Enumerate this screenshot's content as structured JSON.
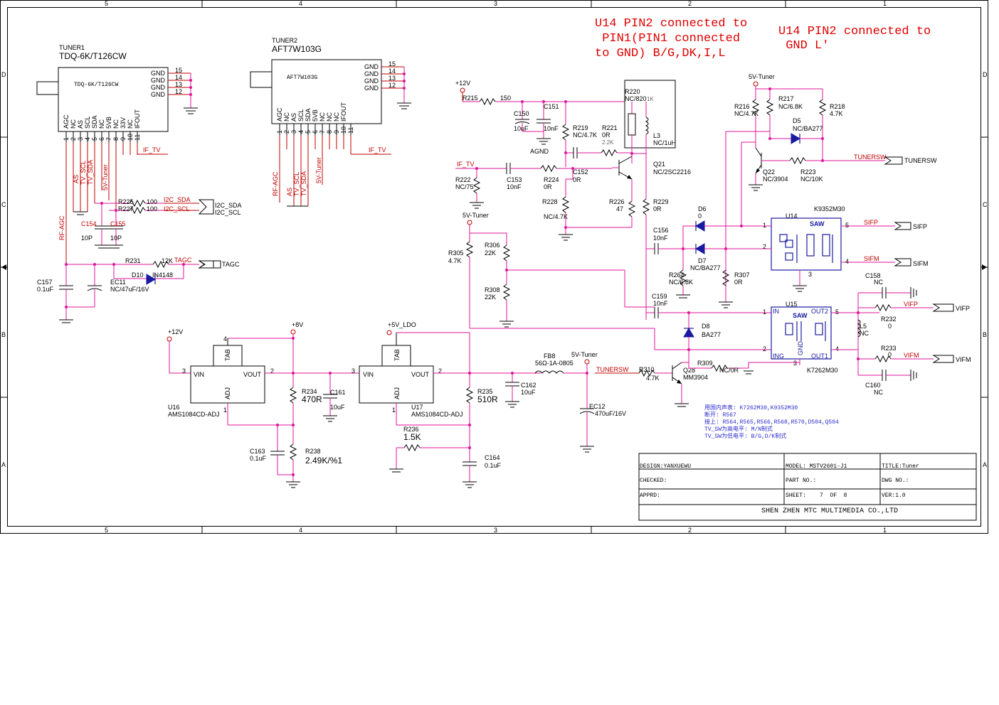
{
  "border": {
    "columns": [
      "5",
      "4",
      "3",
      "2",
      "1"
    ],
    "rows": [
      "D",
      "C",
      "B",
      "A"
    ]
  },
  "notes": {
    "n1": [
      "U14 PIN2 connected to",
      " PIN1(PIN1 connected",
      "to GND) B/G,DK,I,L"
    ],
    "n2": [
      "U14 PIN2 connected to",
      " GND L'"
    ]
  },
  "tuner1": {
    "ref": "TUNER1",
    "part": "TDQ-6K/T126CW",
    "body": "TDQ-6K/T126CW",
    "gnd": [
      "GND",
      "GND",
      "GND",
      "GND"
    ],
    "gnd_pins": [
      "15",
      "14",
      "13",
      "12"
    ],
    "pins": [
      "AGC",
      "NC",
      "AS",
      "SCL",
      "SDA",
      "NC",
      "5VB",
      "NC",
      "33V",
      "NC",
      "IFOUT"
    ],
    "pin_nums": [
      "1",
      "2",
      "3",
      "4",
      "5",
      "6",
      "7",
      "8",
      "9",
      "10",
      "11"
    ]
  },
  "tuner2": {
    "ref": "TUNER2",
    "part": "AFT7W103G",
    "body": "AFT7W103G",
    "gnd": [
      "GND",
      "GND",
      "GND",
      "GND"
    ],
    "gnd_pins": [
      "15",
      "14",
      "13",
      "12"
    ],
    "pins": [
      "AGC",
      "NC",
      "AS",
      "SCL",
      "SDA",
      "5VB",
      "NC",
      "NC",
      "NC",
      "IFOUT"
    ],
    "pin_nums": [
      "1",
      "2",
      "3",
      "4",
      "5",
      "6",
      "7",
      "8",
      "9",
      "10",
      "11"
    ]
  },
  "nets": {
    "if_tv": "IF_TV",
    "as": "AS",
    "tv_scl": "TV_SCL",
    "tv_sda": "TV_SDA",
    "v5_tuner": "5V-Tuner",
    "rf_agc": "RF-AGC",
    "i2c_sda": "I2C_SDA",
    "i2c_scl": "I2C_SCL",
    "tagc": "TAGC",
    "tunersw": "TUNERSW",
    "sifp": "SIFP",
    "sifm": "SIFM",
    "vifp": "VIFP",
    "vifm": "VIFM",
    "p12v": "+12V",
    "p8v": "+8V",
    "p5v_ldo": "+5V_LDO",
    "agnd": "AGND"
  },
  "labels": {
    "i2c_sda": "I2C_SDA",
    "i2c_scl": "I2C_SCL",
    "tagc": "TAGC",
    "tunersw": "TUNERSW",
    "sifp": "SIFP",
    "sifm": "SIFM",
    "vifp": "VIFP",
    "vifm": "VIFM"
  },
  "parts": {
    "r225": "R225",
    "r225v": "100",
    "r227": "R227",
    "r227v": "100",
    "c154": "C154",
    "c154v": "10P",
    "c155": "C155",
    "c155v": "10P",
    "r231": "R231",
    "r231v": "12K",
    "d10": "D10",
    "d10v": "IN4148",
    "c157": "C157",
    "c157v": "0.1uF",
    "ec11": "EC11",
    "ec11v": "NC/47uF/16V",
    "r215": "R215",
    "r215v": "150",
    "c150": "C150",
    "c150v": "10uF",
    "c151": "C151",
    "c151v": "10nF",
    "r219": "R219",
    "r219v": "NC/4.7K",
    "r221": "R221",
    "r221v": "0R",
    "r221v2": "2.2K",
    "r220": "R220",
    "r220v": "NC/820",
    "r220v2": "1K",
    "l3": "L3",
    "l3v": "NC/1uH",
    "q21": "Q21",
    "q21v": "NC/2SC2216",
    "r222": "R222",
    "r222v": "NC/75",
    "c153": "C153",
    "c153v": "10nF",
    "r224": "R224",
    "r224v": "0R",
    "c152": "C152",
    "c152v": "0R",
    "r228": "R228",
    "r228v": "NC/4.7K",
    "r226": "R226",
    "r226v": "47",
    "r229": "R229",
    "r229v": "0R",
    "r216": "R216",
    "r216v": "NC/4.7K",
    "r217": "R217",
    "r217v": "NC/6.8K",
    "r218": "R218",
    "r218v": "4.7K",
    "d5": "D5",
    "d5v": "NC/BA277",
    "q22": "Q22",
    "q22v": "NC/3904",
    "r223": "R223",
    "r223v": "NC/10K",
    "d6": "D6",
    "d6v": "0",
    "d7": "D7",
    "d7v": "NC/BA277",
    "c156": "C156",
    "c156v": "10nF",
    "r264": "R264",
    "r264v": "NC/6.8K",
    "r307": "R307",
    "r307v": "0R",
    "u14": "U14",
    "u14v": "K9352M30",
    "saw": "SAW",
    "r305": "R305",
    "r305v": "4.7K",
    "r306": "R306",
    "r306v": "22K",
    "r308": "R308",
    "r308v": "22K",
    "c159": "C159",
    "c159v": "10nF",
    "d8": "D8",
    "d8v": "BA277",
    "u15": "U15",
    "u15v": "K7262M30",
    "u15in": "IN",
    "u15ing": "ING",
    "u15gnd": "GND",
    "u15o1": "OUT1",
    "u15o2": "OUT2",
    "c158": "C158",
    "c158v": "NC",
    "c160": "C160",
    "c160v": "NC",
    "l5": "L5",
    "l5v": "NC",
    "r232": "R232",
    "r232v": "0",
    "r233": "R233",
    "r233v": "0",
    "r309": "R309",
    "r309v": "NC/0R",
    "r310": "R310",
    "r310v": "4.7K",
    "q28": "Q28",
    "q28v": "MM3904",
    "fb8": "FB8",
    "fb8v": "56Ω-1A-0805",
    "c162": "C162",
    "c162v": "10uF",
    "ec12": "EC12",
    "ec12v": "470uF/16V",
    "u16": "U16",
    "u16v": "AMS1084CD-ADJ",
    "u17": "U17",
    "u17v": "AMS1084CD-ADJ",
    "tab": "TAB",
    "vin": "VIN",
    "vout": "VOUT",
    "adj": "ADJ",
    "r234": "R234",
    "r234v": "470R",
    "c161": "C161",
    "c161v": "10uF",
    "r238": "R238",
    "r238v": "2.49K/%1",
    "c163": "C163",
    "c163v": "0.1uF",
    "r235": "R235",
    "r235v": "510R",
    "r236": "R236",
    "r236v": "1.5K",
    "c164": "C164",
    "c164v": "0.1uF"
  },
  "cn_notes": [
    "用国内声表: K7262M30,K9352M30",
    "断开: R567",
    "接上: R564,R565,R566,R568,R570,D504,Q504",
    "TV_SW为高电平: M/N制式",
    "TV_SW为低电平: B/G,D/K制式"
  ],
  "titleblock": {
    "design": "DESIGN:YANXUEWU",
    "model": "MODEL: MSTV2601-J1",
    "title": "TITLE:Tuner",
    "checked": "CHECKED:",
    "partno": "PART NO.:",
    "dwgno": "DWG NO.:",
    "apprd": "APPRD:",
    "sheet": "SHEET:    7  OF  8",
    "ver": "VER:1.0",
    "company": "SHEN ZHEN MTC MULTIMEDIA CO.,LTD"
  }
}
